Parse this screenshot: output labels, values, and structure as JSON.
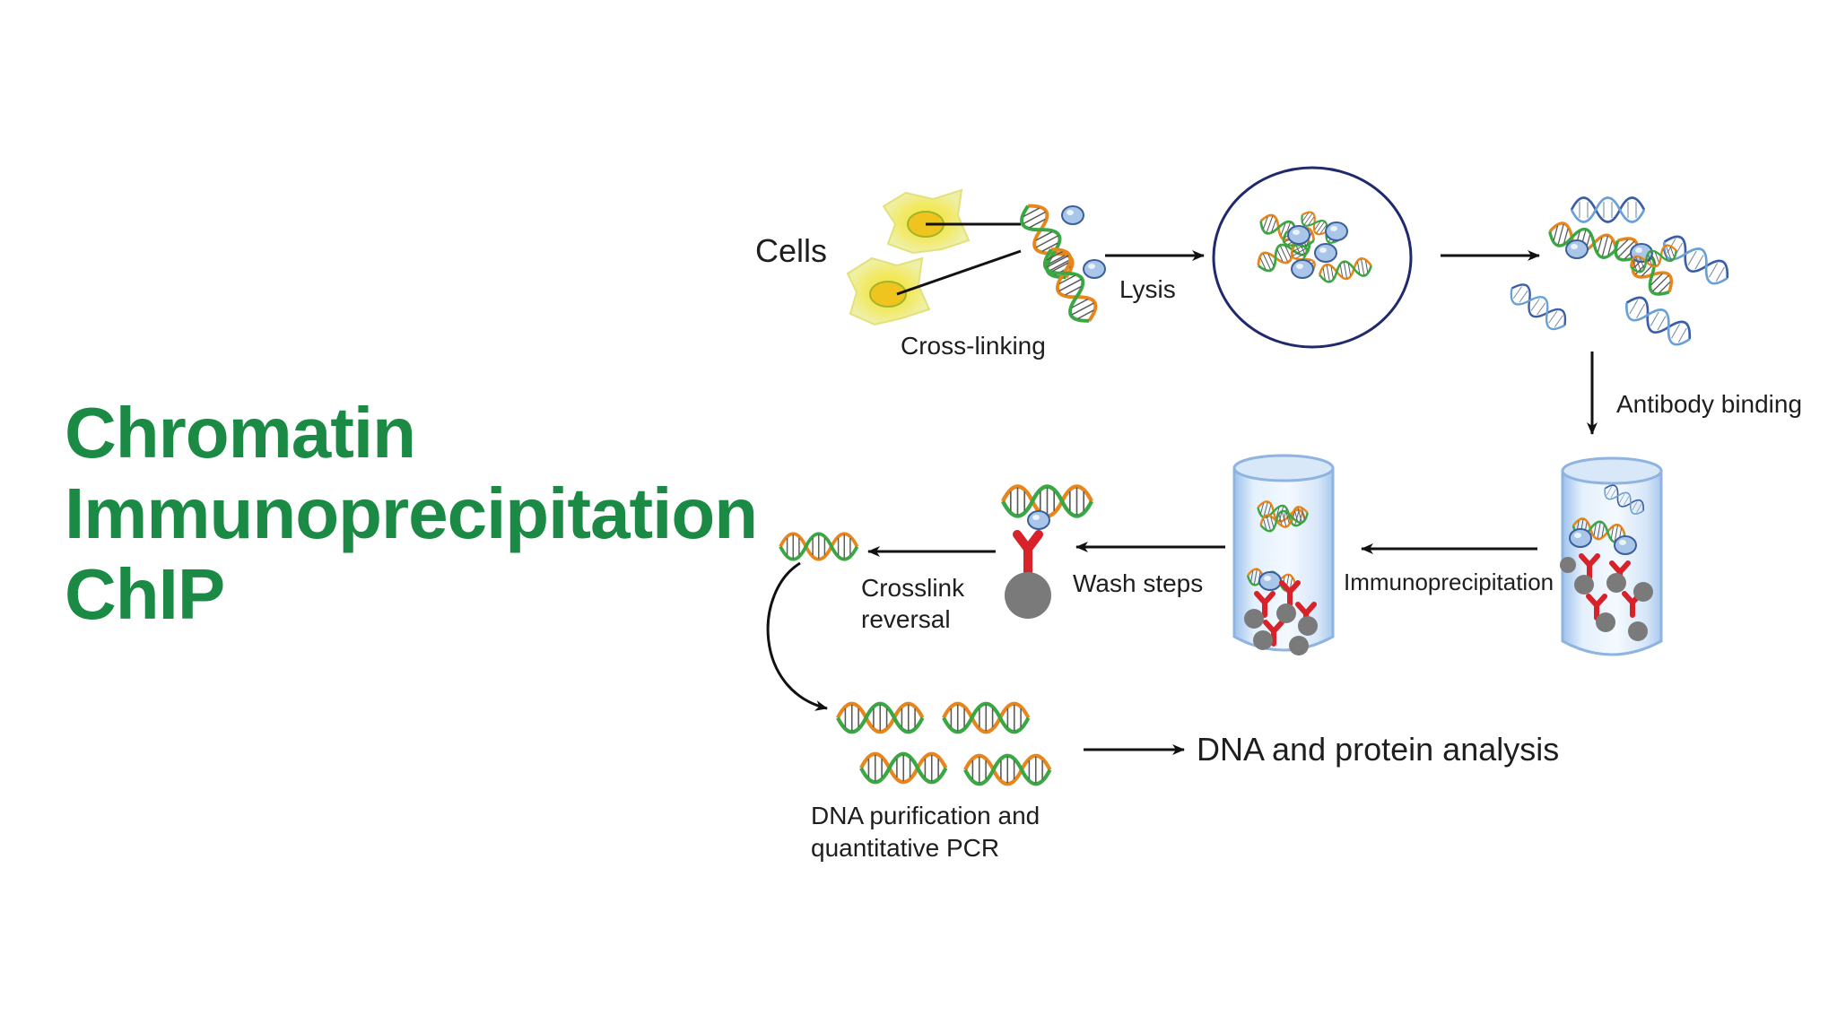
{
  "title": {
    "line1": "Chromatin",
    "line2": "Immunoprecipitation",
    "line3": "ChIP"
  },
  "diagram": {
    "cells": "Cells",
    "cross_linking": "Cross-linking",
    "lysis": "Lysis",
    "antibody_binding": "Antibody binding",
    "immunoprecipitation": "Immunoprecipitation",
    "wash_steps": "Wash steps",
    "crosslink_reversal_1": "Crosslink",
    "crosslink_reversal_2": "reversal",
    "dna_purification_1": "DNA purification and",
    "dna_purification_2": "quantitative PCR",
    "analysis": "DNA and protein analysis"
  },
  "colors": {
    "title": "#1a8a45",
    "dna_orange": "#e8861c",
    "dna_green": "#3aa842",
    "antibody": "#d8222a",
    "bead": "#7a7a7a",
    "protein": "#a9c6e8"
  }
}
